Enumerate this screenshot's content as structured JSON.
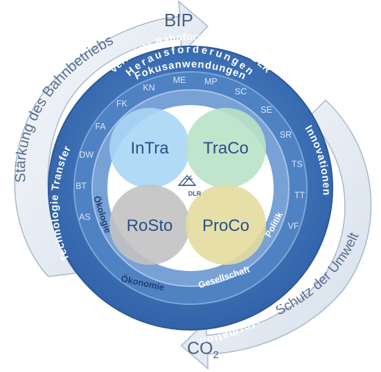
{
  "colors": {
    "outer_ring": "#3f73b8",
    "middle_ring": "#5d8fcc",
    "inner_ring": "#8db3e0",
    "arrow_fill": "#e8eef6",
    "arrow_stroke": "#9fb3cc",
    "arrow_text": "#5a6f8f",
    "ring_text": "#ffffff",
    "ring_text_dark": "#1f3f72",
    "intra": "#a9d6f5",
    "traco": "#b9e2c8",
    "rosto": "#bfbfbf",
    "proco": "#e3dc9e",
    "circle_text": "#2a4f86"
  },
  "arrows": {
    "top_label": "BIP",
    "left_label": "Stärkung des Bahnbetriebs",
    "right_label": "Schutz der Umwelt",
    "bottom_label_main": "CO",
    "bottom_label_sub": "2"
  },
  "rings": {
    "fokus": "Fokusanwendungen",
    "vernetzte": "Vernetzte Bahnforschung im DLR",
    "herausforderungen": "Herausforderungen",
    "innovationen": "Innovationen",
    "technologie": "Technologie Transfer",
    "transformation": "Transformation",
    "oekologie": "Ökologie",
    "oekonomie": "Ökonomie",
    "gesellschaft": "Gesellschaft",
    "politik": "Politik"
  },
  "institutes": [
    "AS",
    "BT",
    "DW",
    "FA",
    "FK",
    "KN",
    "ME",
    "MP",
    "SC",
    "SE",
    "SR",
    "TS",
    "TT",
    "VF"
  ],
  "center": {
    "intra": "InTra",
    "traco": "TraCo",
    "rosto": "RoSto",
    "proco": "ProCo",
    "logo_text": "DLR"
  }
}
